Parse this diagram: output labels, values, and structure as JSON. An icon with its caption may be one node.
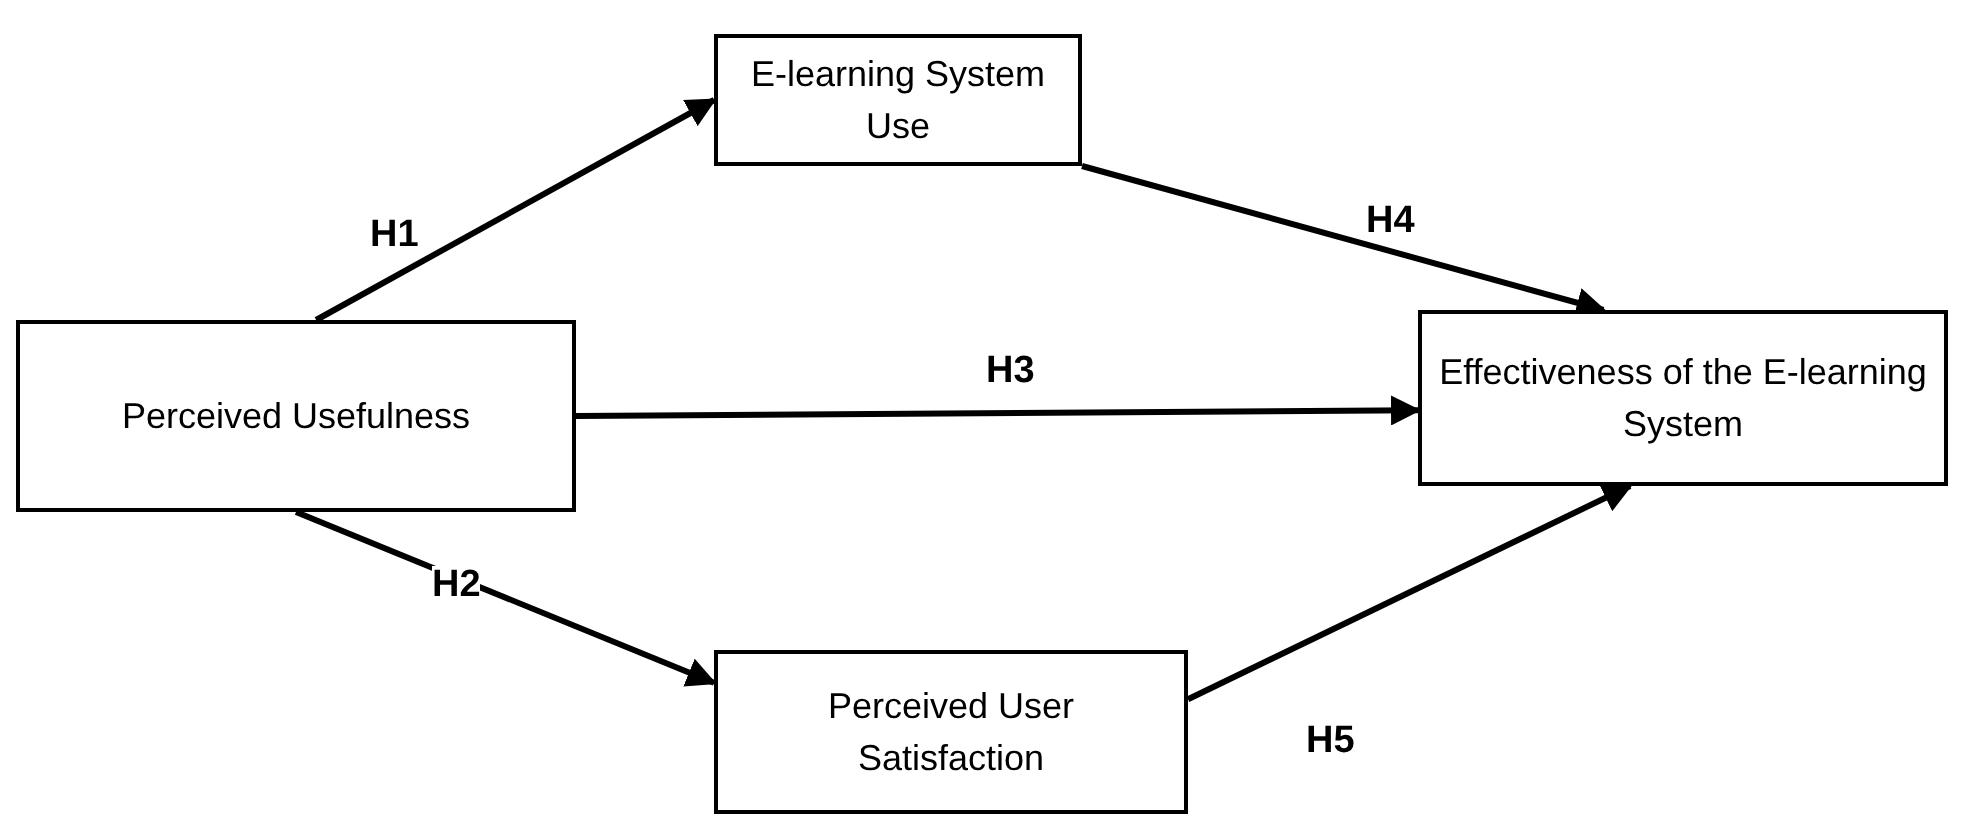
{
  "diagram": {
    "nodes": [
      {
        "text": [
          "Perceived Usefulness"
        ]
      },
      {
        "text": [
          "E-learning System Use"
        ]
      },
      {
        "text": [
          "Effectiveness of the E-learning System"
        ]
      },
      {
        "text": [
          "Perceived User Satisfaction"
        ]
      }
    ],
    "edges": [
      {
        "from": 0,
        "to": 1,
        "arrow": "to",
        "label": "H1"
      },
      {
        "from": 0,
        "to": 3,
        "arrow": "to",
        "label": "H2"
      },
      {
        "from": 0,
        "to": 2,
        "arrow": "to",
        "label": "H3"
      },
      {
        "from": 1,
        "to": 2,
        "arrow": "to",
        "label": "H4"
      },
      {
        "from": 3,
        "to": 2,
        "arrow": "to",
        "label": "H5"
      }
    ]
  }
}
